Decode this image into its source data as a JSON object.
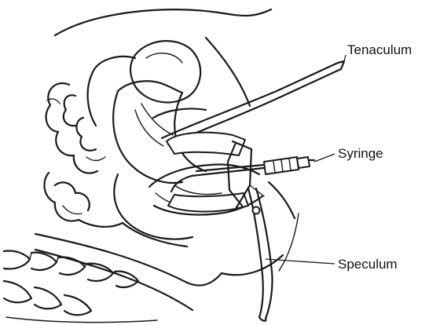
{
  "labels": {
    "tenaculum": "Tenaculum",
    "syringe": "Syringe",
    "speculum": "Speculum"
  },
  "colors": {
    "ink": "#1a1a1a",
    "background": "#ffffff"
  }
}
